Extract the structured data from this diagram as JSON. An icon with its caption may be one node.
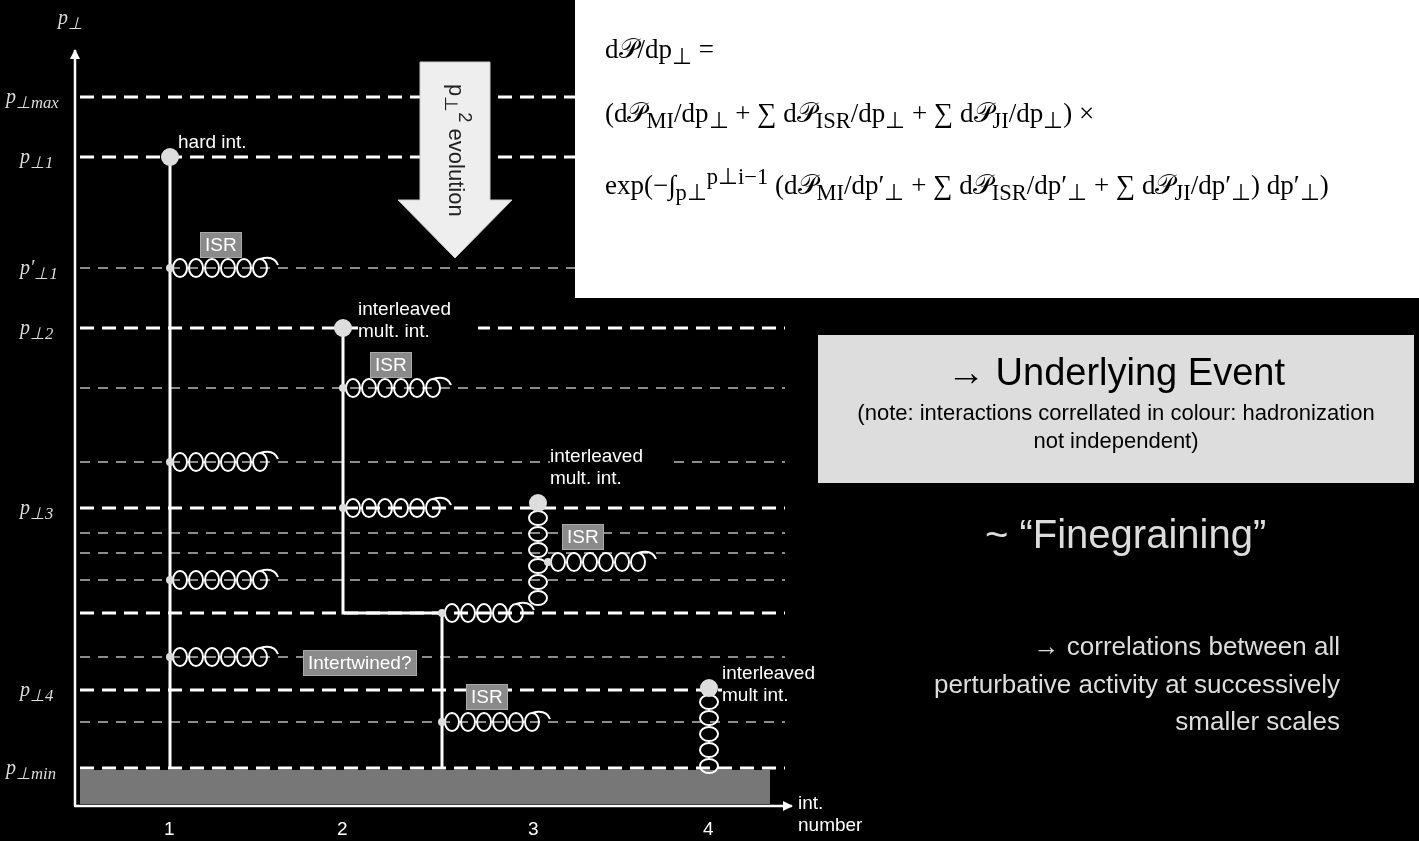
{
  "diagram": {
    "nodes": [
      {
        "text": [
          "d𝒫/dp$_{⊥}$ =",
          "(d𝒫$_{MI}$/dp$_{⊥}$ + ∑ d𝒫$_{ISR}$/dp$_{⊥}$ + ∑ d𝒫$_{JI}$/dp$_{⊥}$) ×",
          "exp(−∫$_{p⊥}$$^{p⊥i−1}$ (d𝒫$_{MI}$/dp′$_{⊥}$ + ∑ d𝒫$_{ISR}$/dp′$_{⊥}$ + ∑ d𝒫$_{JI}$/dp′$_{⊥}$) dp′$_{⊥}$)"
        ]
      },
      {
        "text": [
          "→ Underlying Event",
          "(note: interactions correllated in colour: hadronization not independent)"
        ]
      },
      {
        "text": [
          "ISR"
        ]
      },
      {
        "text": [
          "ISR"
        ]
      },
      {
        "text": [
          "ISR"
        ]
      },
      {
        "text": [
          "Intertwined?"
        ]
      },
      {
        "text": [
          "ISR"
        ]
      }
    ],
    "labels": [
      "p$_{⊥}$",
      "p$_{⊥max}$",
      "hard int.",
      "p$_{⊥1}$",
      "p$_{⊥}$$^{2}$ evolution",
      "p′$_{⊥1}$",
      "interleaved mult. int.",
      "p$_{⊥2}$",
      "interleaved mult. int.",
      "~ “Finegraining”",
      "p$_{⊥3}$",
      "interleaved mult int.",
      "→ correlations between all perturbative activity at successively smaller scales",
      "p$_{⊥4}$",
      "p$_{⊥min}$",
      "int. number",
      "1",
      "2",
      "3",
      "4"
    ]
  }
}
